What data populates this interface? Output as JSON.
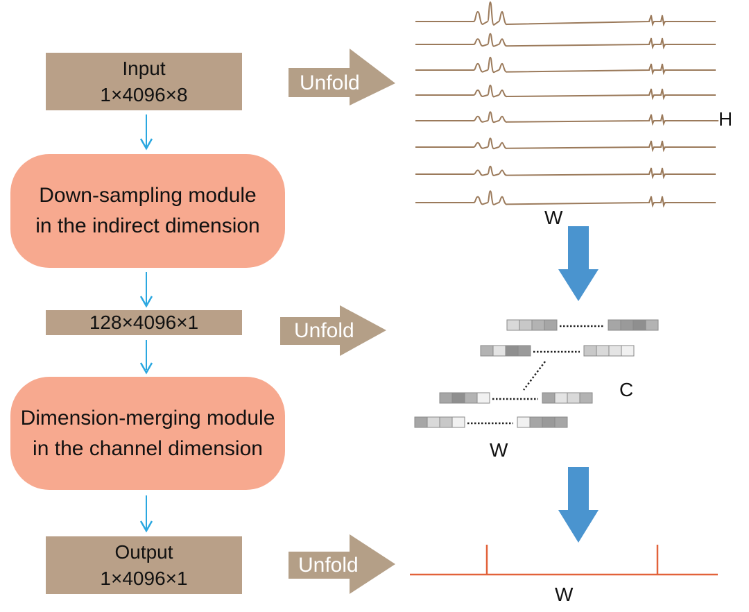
{
  "flow": {
    "input_title": "Input",
    "input_dims": "1×4096×8",
    "downsampling_line1": "Down-sampling module",
    "downsampling_line2": "in the indirect dimension",
    "middle_dims": "128×4096×1",
    "merging_line1": "Dimension-merging module",
    "merging_line2": "in the channel dimension",
    "output_title": "Output",
    "output_dims": "1×4096×1"
  },
  "unfold_label": "Unfold",
  "axes": {
    "top_h": "H",
    "top_w": "W",
    "middle_c": "C",
    "middle_w": "W",
    "bottom_w": "W"
  },
  "colors": {
    "tan": "#b9a088",
    "salmon": "#f7a98f",
    "flow_arrow": "#2aa7e0",
    "big_arrow": "#4a94cf",
    "spectrum_line": "#9b7a5b",
    "output_line": "#e2623a"
  },
  "icons": {
    "flow_arrow": "down-arrow-icon",
    "unfold_arrow": "right-block-arrow-icon",
    "big_arrow": "down-block-arrow-icon"
  }
}
